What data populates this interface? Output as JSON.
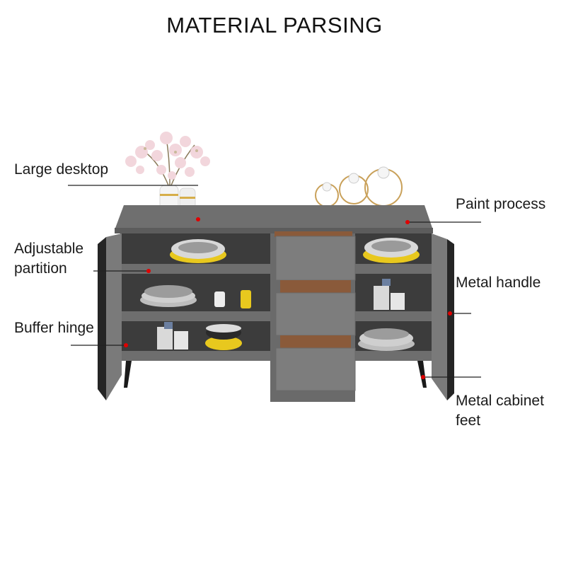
{
  "title": "MATERIAL PARSING",
  "labels": {
    "large_desktop": "Large desktop",
    "adjustable_line1": "Adjustable",
    "adjustable_line2": "partition",
    "buffer_hinge": "Buffer hinge",
    "paint_process": "Paint process",
    "metal_handle": "Metal handle",
    "feet_line1": "Metal cabinet",
    "feet_line2": "feet"
  },
  "colors": {
    "cabinet": "#7b7b7b",
    "cabinet_dark": "#5f5f5f",
    "interior": "#3b3b3b",
    "marker": "#e00000",
    "accent_yellow": "#e8c81e"
  }
}
